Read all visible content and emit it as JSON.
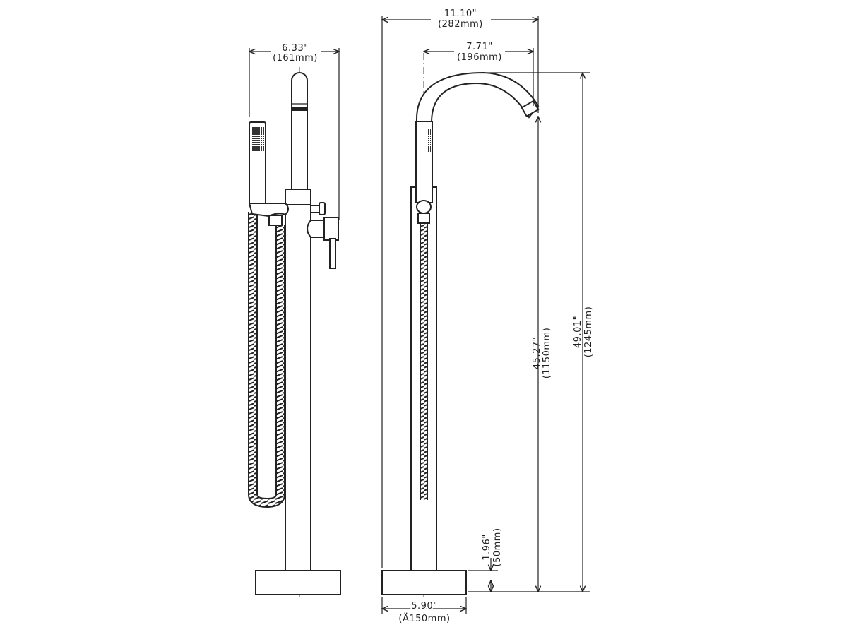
{
  "dimensions": {
    "overall_width": {
      "in": "11.10\"",
      "mm": "(282mm)"
    },
    "spout_reach": {
      "in": "7.71\"",
      "mm": "(196mm)"
    },
    "side_width": {
      "in": "6.33\"",
      "mm": "(161mm)"
    },
    "spout_height": {
      "in": "45.27\"",
      "mm": "(1150mm)"
    },
    "total_height": {
      "in": "49.01\"",
      "mm": "(1245mm)"
    },
    "base_height": {
      "in": "1.96\"",
      "mm": "(50mm)"
    },
    "base_diameter": {
      "in": "5.90\"",
      "mm": "(Ä150mm)"
    }
  },
  "colors": {
    "line": "#222222",
    "background": "#ffffff"
  }
}
